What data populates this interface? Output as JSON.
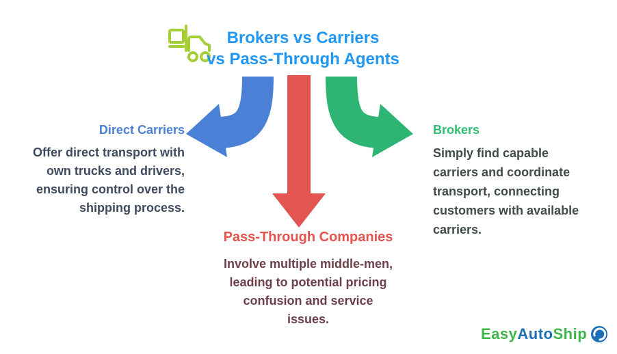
{
  "header": {
    "icon": "forklift-truck-icon",
    "title_lines": [
      "Brokers vs Carriers",
      "vs Pass-Through Agents"
    ]
  },
  "sections": {
    "direct_carriers": {
      "heading": "Direct Carriers",
      "lines": [
        "Offer direct transport with",
        "own trucks and drivers,",
        "ensuring control over the",
        "shipping process."
      ]
    },
    "brokers": {
      "heading": "Brokers",
      "lines": [
        "Simply find capable",
        "carriers and coordinate",
        "transport, connecting",
        "customers with available",
        "carriers."
      ]
    },
    "pass_through_companies": {
      "heading": "Pass-Through Companies",
      "lines": [
        "Involve multiple middle-men,",
        "leading to potential pricing",
        "confusion and service",
        "issues."
      ]
    }
  },
  "arrows": [
    {
      "name": "curved-left-arrow",
      "direction": "down-left",
      "color": "#4a80d6"
    },
    {
      "name": "straight-down-arrow",
      "direction": "down",
      "color": "#e25550"
    },
    {
      "name": "curved-right-arrow",
      "direction": "down-right",
      "color": "#2fb573"
    }
  ],
  "logo": {
    "easy": "Easy",
    "auto": "Auto",
    "ship": "Ship",
    "icon": "globe-swoosh-icon"
  },
  "colors": {
    "title_blue": "#2196f3",
    "carrier_heading_blue": "#4a80d6",
    "broker_heading_green": "#2fbf71",
    "passthrough_heading_red": "#e4534e",
    "arrow_blue": "#4a80d6",
    "arrow_red": "#e25550",
    "arrow_green": "#2fb573",
    "truck_icon_lime": "#a6ce39",
    "logo_green": "#3eb549",
    "logo_blue": "#1d70b8",
    "left_body_text": "#3e4a5e",
    "right_body_text": "#414c47",
    "middle_body_text": "#6d4049",
    "background": "#ffffff"
  }
}
